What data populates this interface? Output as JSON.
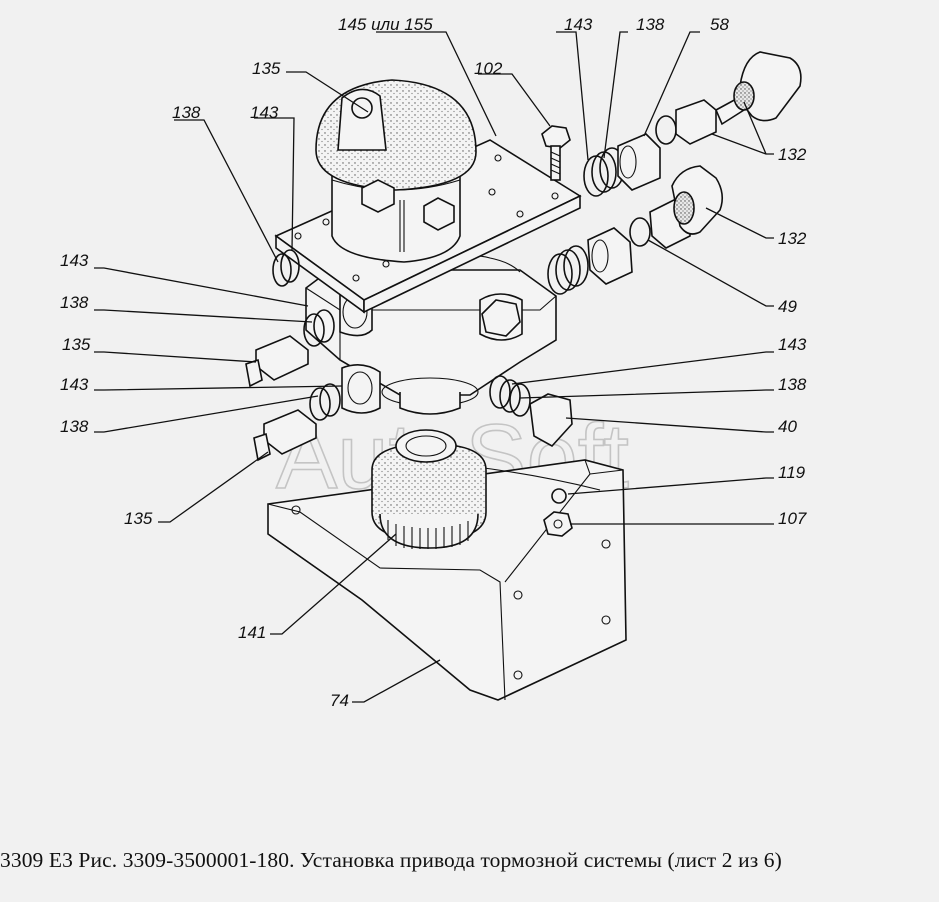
{
  "caption": "3309 Е3 Рис. 3309-3500001-180. Установка привода тормозной системы (лист 2 из 6)",
  "watermark": "AutoSoft",
  "callouts": {
    "c145_155": "145 или 155",
    "c143_top": "143",
    "c138_top": "138",
    "c58": "58",
    "c135_top": "135",
    "c102": "102",
    "c138_left1": "138",
    "c143_left1": "143",
    "c132_top": "132",
    "c132_mid": "132",
    "c143_left2": "143",
    "c138_left2": "138",
    "c49": "49",
    "c135_mid": "135",
    "c143_right": "143",
    "c143_left3": "143",
    "c138_right": "138",
    "c138_left3": "138",
    "c40": "40",
    "c119": "119",
    "c135_bottom": "135",
    "c107": "107",
    "c141": "141",
    "c74": "74"
  }
}
